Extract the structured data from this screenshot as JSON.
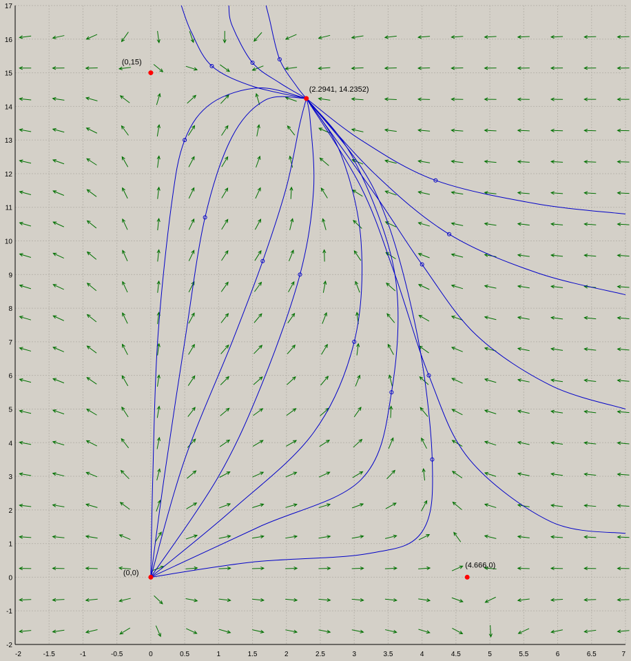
{
  "chart_data": {
    "type": "phase-portrait",
    "xlim": [
      -2,
      7
    ],
    "ylim": [
      -2,
      17
    ],
    "x_ticks": [
      "-2",
      "-1.5",
      "-1",
      "-0.5",
      "0",
      "0.5",
      "1",
      "1.5",
      "2",
      "2.5",
      "3",
      "3.5",
      "4",
      "4.5",
      "5",
      "5.5",
      "6",
      "6.5",
      "7"
    ],
    "y_ticks": [
      "-2",
      "-1",
      "0",
      "1",
      "2",
      "3",
      "4",
      "5",
      "6",
      "7",
      "8",
      "9",
      "10",
      "11",
      "12",
      "13",
      "14",
      "15",
      "16",
      "17"
    ],
    "grid": true,
    "colors": {
      "background": "#d4d0c8",
      "grid": "#b8b4ac",
      "field": "#007000",
      "trajectory": "#0000c8",
      "equilibrium": "#ff0000"
    },
    "equilibria": [
      {
        "x": 0,
        "y": 0,
        "label": "(0,0)"
      },
      {
        "x": 0,
        "y": 15,
        "label": "(0,15)"
      },
      {
        "x": 2.2941,
        "y": 14.2352,
        "label": "(2.2941, 14.2352)"
      },
      {
        "x": 4.666,
        "y": 0,
        "label": "(4.666,0)"
      }
    ],
    "trajectories": [
      [
        [
          0,
          0
        ],
        [
          0.03,
          3
        ],
        [
          0.1,
          7
        ],
        [
          0.3,
          11
        ],
        [
          0.5,
          13
        ],
        [
          0.9,
          14.1
        ],
        [
          1.6,
          14.55
        ],
        [
          2.2941,
          14.2352
        ]
      ],
      [
        [
          0,
          0
        ],
        [
          0.2,
          3
        ],
        [
          0.5,
          7
        ],
        [
          0.8,
          10.7
        ],
        [
          1.2,
          13.1
        ],
        [
          1.7,
          14.2
        ],
        [
          2.2941,
          14.2352
        ]
      ],
      [
        [
          0,
          0
        ],
        [
          0.5,
          3.5
        ],
        [
          1.2,
          7
        ],
        [
          1.65,
          9.4
        ],
        [
          2.0,
          11.6
        ],
        [
          2.2,
          13.5
        ],
        [
          2.2941,
          14.2352
        ]
      ],
      [
        [
          0,
          0
        ],
        [
          1.0,
          3
        ],
        [
          1.65,
          5.8
        ],
        [
          2.2,
          9
        ],
        [
          2.4,
          11.5
        ],
        [
          2.35,
          13.6
        ],
        [
          2.2941,
          14.2352
        ]
      ],
      [
        [
          0,
          0
        ],
        [
          1.2,
          2
        ],
        [
          2.4,
          4.3
        ],
        [
          3.0,
          7
        ],
        [
          3.1,
          10
        ],
        [
          2.8,
          12.6
        ],
        [
          2.2941,
          14.2352
        ]
      ],
      [
        [
          0,
          0
        ],
        [
          1.6,
          1.5
        ],
        [
          3.1,
          2.9
        ],
        [
          3.55,
          5.5
        ],
        [
          3.6,
          9
        ],
        [
          3.0,
          12.4
        ],
        [
          2.2941,
          14.2352
        ]
      ],
      [
        [
          0,
          0
        ],
        [
          1.5,
          0.45
        ],
        [
          3.2,
          0.7
        ],
        [
          4.0,
          1.35
        ],
        [
          4.15,
          3.5
        ],
        [
          3.9,
          7.5
        ],
        [
          3.3,
          11.5
        ],
        [
          2.2941,
          14.2352
        ]
      ],
      [
        [
          7,
          1.3
        ],
        [
          5.9,
          1.65
        ],
        [
          4.7,
          3.5
        ],
        [
          4.1,
          6
        ],
        [
          3.6,
          9
        ],
        [
          3.1,
          11.6
        ],
        [
          2.2941,
          14.2352
        ]
      ],
      [
        [
          7,
          5.0
        ],
        [
          5.9,
          5.7
        ],
        [
          4.8,
          7.2
        ],
        [
          4.0,
          9.3
        ],
        [
          3.3,
          11.4
        ],
        [
          2.2941,
          14.2352
        ]
      ],
      [
        [
          7,
          8.4
        ],
        [
          5.7,
          9.05
        ],
        [
          4.4,
          10.2
        ],
        [
          3.3,
          12.0
        ],
        [
          2.2941,
          14.2352
        ]
      ],
      [
        [
          7,
          10.8
        ],
        [
          5.7,
          11.1
        ],
        [
          4.2,
          11.8
        ],
        [
          3.1,
          13.0
        ],
        [
          2.2941,
          14.2352
        ]
      ],
      [
        [
          0.45,
          17
        ],
        [
          0.6,
          16.2
        ],
        [
          0.9,
          15.2
        ],
        [
          1.5,
          14.6
        ],
        [
          2.2941,
          14.2352
        ]
      ],
      [
        [
          1.15,
          17
        ],
        [
          1.2,
          16.4
        ],
        [
          1.5,
          15.3
        ],
        [
          1.9,
          14.7
        ],
        [
          2.2941,
          14.2352
        ]
      ],
      [
        [
          1.7,
          17
        ],
        [
          1.75,
          16.6
        ],
        [
          1.9,
          15.4
        ],
        [
          2.15,
          14.6
        ],
        [
          2.2941,
          14.2352
        ]
      ]
    ]
  }
}
